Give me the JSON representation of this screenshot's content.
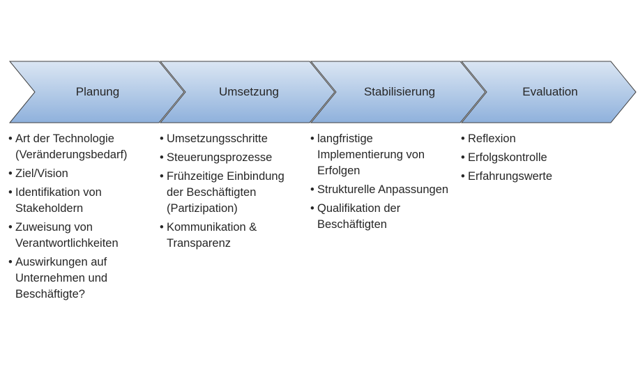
{
  "colors": {
    "chevron_top": "#dbe6f3",
    "chevron_bottom": "#8fb1dc",
    "chevron_stroke": "#3f3f3f"
  },
  "stages": [
    {
      "title": "Planung",
      "items": [
        "Art der Technologie (Veränderungsbedarf)",
        "Ziel/Vision",
        "Identifikation von Stakeholdern",
        "Zuweisung von Verantwortlichkeiten",
        "Auswirkungen auf Unternehmen und Beschäftigte?"
      ]
    },
    {
      "title": "Umsetzung",
      "items": [
        "Umsetzungsschritte",
        "Steuerungsprozesse",
        "Frühzeitige Einbindung der Beschäftigten (Partizipation)",
        "Kommunikation & Transparenz"
      ]
    },
    {
      "title": "Stabilisierung",
      "items": [
        "langfristige Implementierung von Erfolgen",
        "Strukturelle Anpassungen",
        "Qualifikation der Beschäftigten"
      ]
    },
    {
      "title": "Evaluation",
      "items": [
        "Reflexion",
        "Erfolgskontrolle",
        "Erfahrungswerte"
      ]
    }
  ]
}
